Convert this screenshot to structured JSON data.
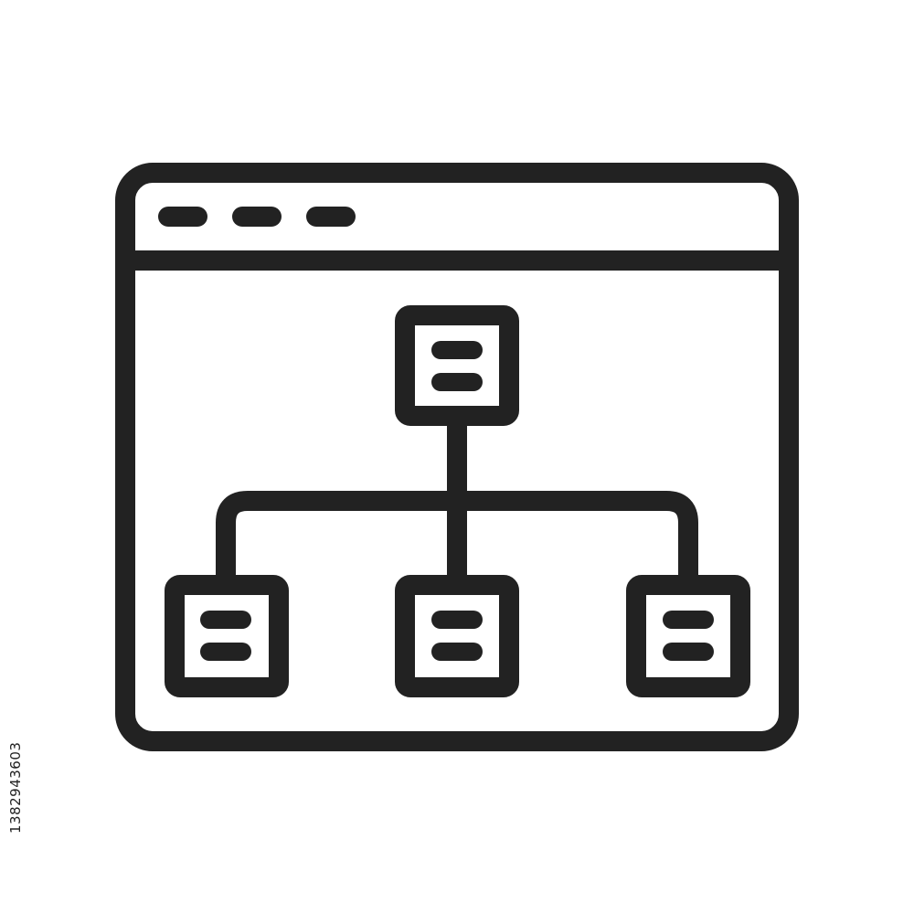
{
  "icon": {
    "name": "browser-sitemap-icon",
    "stroke_color": "#222222",
    "background_color": "#ffffff",
    "window_dots": 3,
    "tree_children": 3
  },
  "watermark": {
    "stock_id": "1382943603"
  }
}
